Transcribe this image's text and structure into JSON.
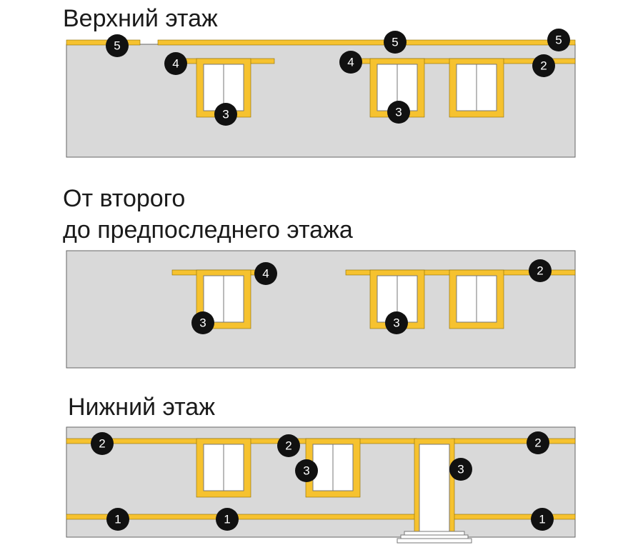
{
  "sections": [
    {
      "title_lines": [
        "Верхний этаж"
      ],
      "markers": [
        "5",
        "5",
        "5",
        "4",
        "4",
        "2",
        "3",
        "3"
      ]
    },
    {
      "title_lines": [
        "От второго",
        "до предпоследнего этажа"
      ],
      "markers": [
        "4",
        "2",
        "3",
        "3"
      ]
    },
    {
      "title_lines": [
        "Нижний этаж"
      ],
      "markers": [
        "2",
        "2",
        "2",
        "3",
        "3",
        "1",
        "1",
        "1"
      ]
    }
  ],
  "colors": {
    "wall": "#d9d9d9",
    "insulation_band": "#f6c22f",
    "marker": "#111111",
    "window_glass": "#ffffff"
  },
  "icons": {
    "marker": "numbered-circle-icon",
    "window": "window-icon",
    "door": "door-icon",
    "steps": "steps-icon"
  }
}
